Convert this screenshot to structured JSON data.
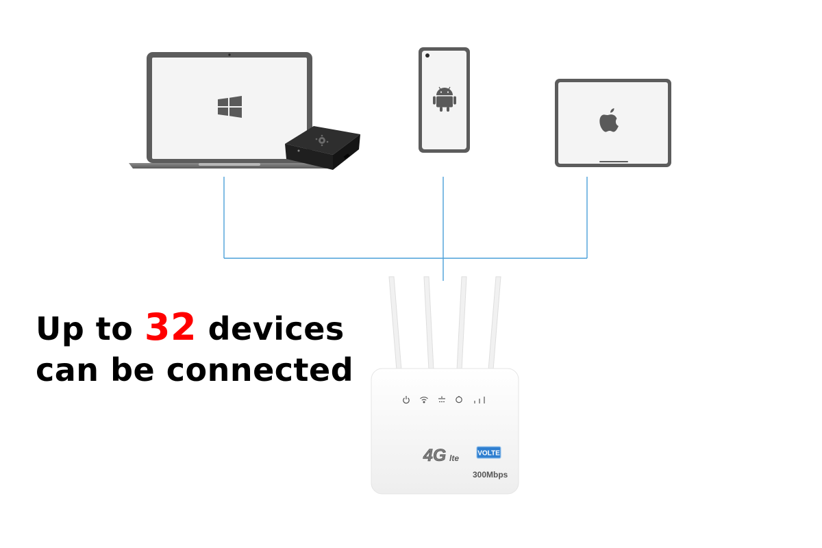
{
  "headline": {
    "line1_prefix": "Up to",
    "line1_number": "32",
    "line1_suffix": "devices",
    "line2": "can be connected"
  },
  "router": {
    "brand_badge": "4G",
    "brand_suffix": "lte",
    "volte_badge": "VOLTE",
    "speed_label": "300Mbps"
  },
  "devices": [
    {
      "name": "laptop",
      "os_icon": "windows-logo-icon"
    },
    {
      "name": "phone",
      "os_icon": "android-logo-icon"
    },
    {
      "name": "tablet",
      "os_icon": "apple-logo-icon"
    },
    {
      "name": "tv-box",
      "os_icon": "tv-box-logo-icon"
    }
  ],
  "colors": {
    "highlight": "#ff0000",
    "connector": "#4a9fd8",
    "device_frame": "#5e5e5e",
    "screen": "#f4f4f4",
    "volte": "#2f7fd0"
  }
}
